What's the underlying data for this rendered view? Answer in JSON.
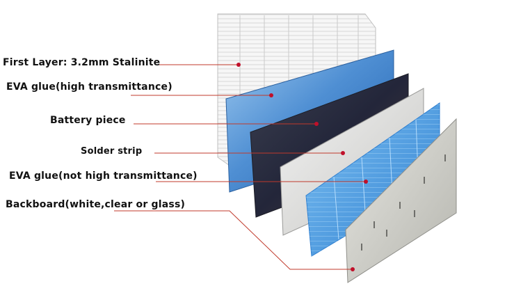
{
  "labels": {
    "layer1": "First Layer: 3.2mm Stalinite",
    "layer2": "EVA glue(high transmittance)",
    "layer3": "Battery piece",
    "layer4": "Solder strip",
    "layer5": "EVA glue(not high transmittance)",
    "layer6": "Backboard(white,clear or glass)"
  },
  "colors": {
    "leader_line": "#c0392b",
    "marker_dot": "#c0102a",
    "glass_panel": "#f4f4f4",
    "eva_high": "#3a78c2",
    "battery_piece": "#2a2d3a",
    "solder_strip": "#d0d0cf",
    "eva_not_high": "#4a9de0",
    "backboard": "#c8c8c2"
  }
}
